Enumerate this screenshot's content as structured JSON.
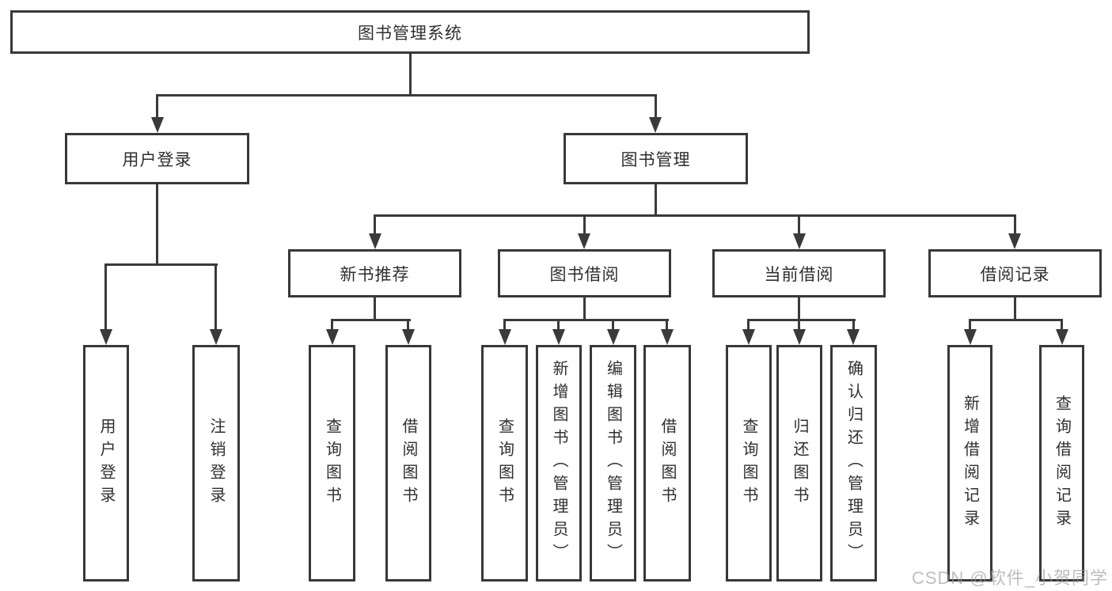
{
  "diagram": {
    "root": {
      "label": "图书管理系统"
    },
    "branches": [
      {
        "label": "用户登录",
        "children": [
          "用户登录",
          "注销登录"
        ]
      },
      {
        "label": "图书管理",
        "groups": [
          {
            "label": "新书推荐",
            "children": [
              "查询图书",
              "借阅图书"
            ]
          },
          {
            "label": "图书借阅",
            "children": [
              "查询图书",
              "新增图书（管理员）",
              "编辑图书（管理员）",
              "借阅图书"
            ]
          },
          {
            "label": "当前借阅",
            "children": [
              "查询图书",
              "归还图书",
              "确认归还（管理员）"
            ]
          },
          {
            "label": "借阅记录",
            "children": [
              "新增借阅记录",
              "查询借阅记录"
            ]
          }
        ]
      }
    ],
    "watermark": "CSDN @软件_小贺同学",
    "colors": {
      "line": "#3a3a3a",
      "text": "#2f2f2f",
      "watermark": "#bfbfbf",
      "background": "#ffffff"
    }
  }
}
